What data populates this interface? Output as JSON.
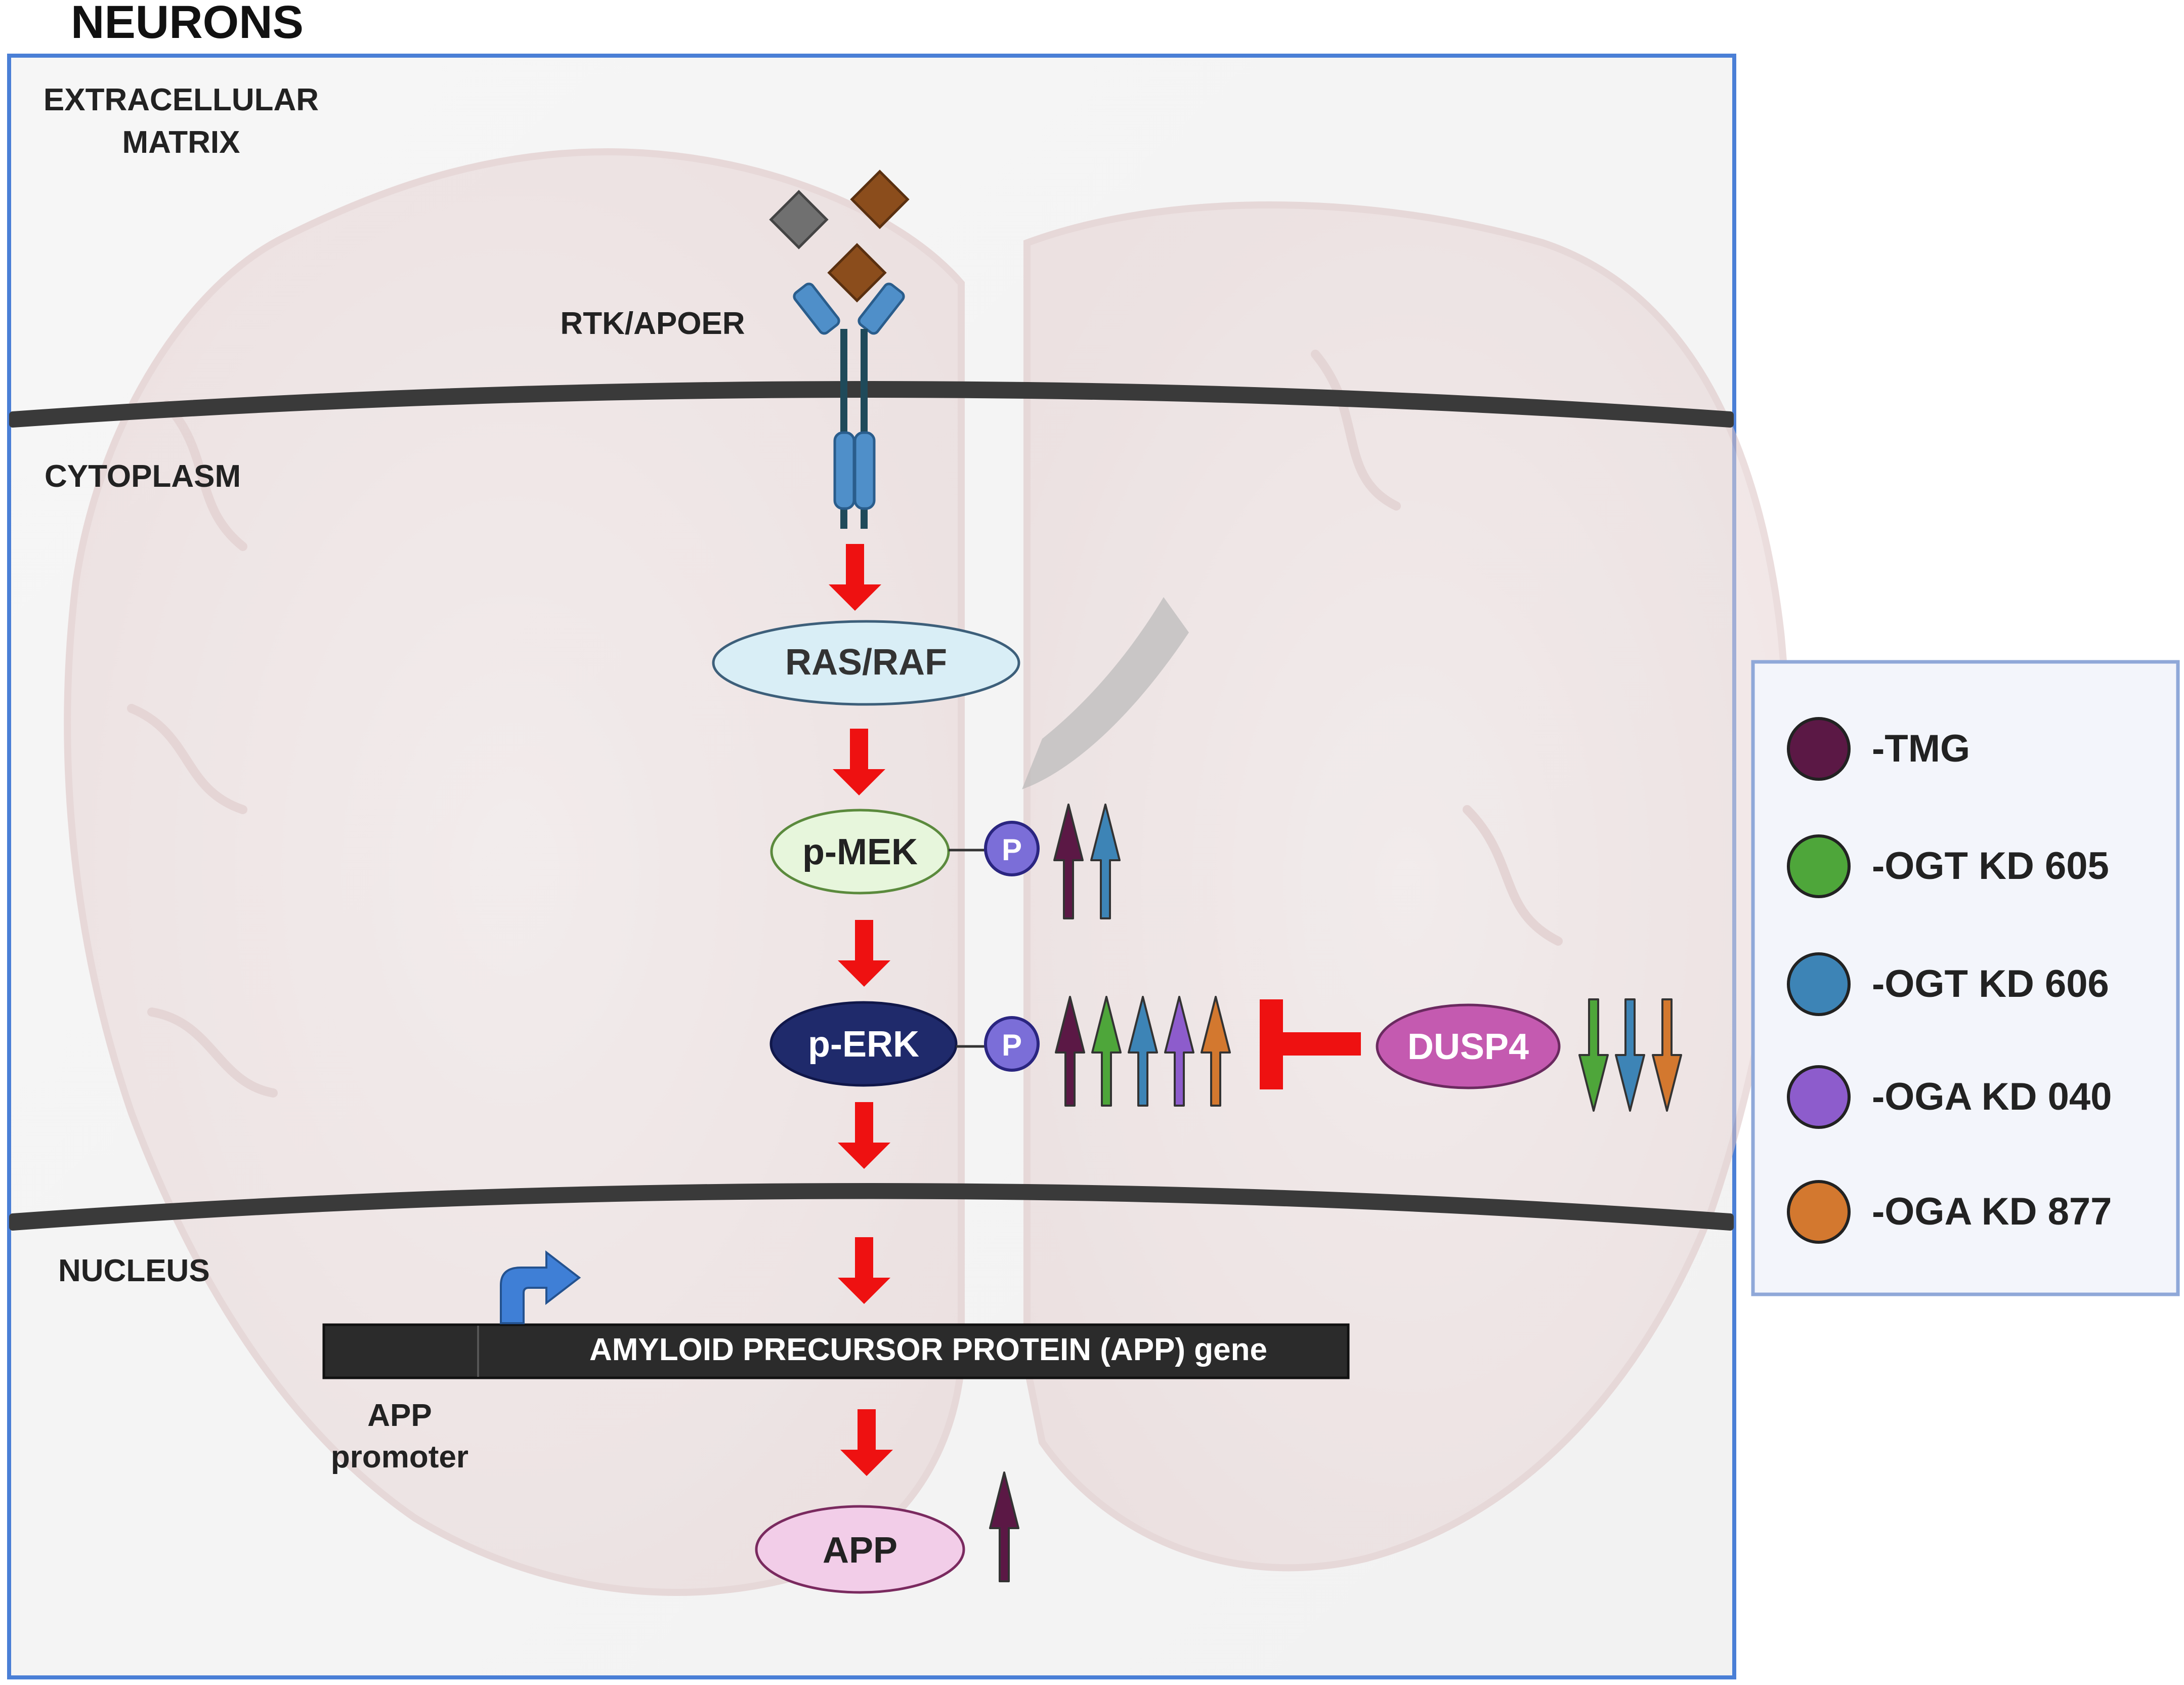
{
  "title": "NEURONS",
  "regions": {
    "extracellular_line1": "EXTRACELLULAR",
    "extracellular_line2": "MATRIX",
    "cytoplasm": "CYTOPLASM",
    "nucleus": "NUCLEUS"
  },
  "receptor_label": "RTK/APOER",
  "nodes": {
    "ras_raf": "RAS/RAF",
    "p_mek": "p-MEK",
    "p_erk": "p-ERK",
    "dusp4": "DUSP4",
    "app": "APP",
    "phospho": "P"
  },
  "gene": {
    "label": "AMYLOID PRECURSOR PROTEIN (APP) gene",
    "promoter_line1": "APP",
    "promoter_line2": "promoter"
  },
  "legend": [
    {
      "label": "-TMG",
      "color": "#5b1845"
    },
    {
      "label": "-OGT KD 605",
      "color": "#4ea63a"
    },
    {
      "label": "-OGT KD 606",
      "color": "#3d84b6"
    },
    {
      "label": "-OGA KD 040",
      "color": "#8d5ccc"
    },
    {
      "label": "-OGA KD 877",
      "color": "#d3782f"
    }
  ],
  "colors": {
    "frame": "#4a7fd6",
    "pathway_arrow": "#ee1111",
    "inhibition": "#ee1111",
    "membrane": "#3a3a3a",
    "receptor": "#4f8fc9",
    "ligand_brown": "#8b4d1c",
    "ligand_gray": "#707070",
    "phospho_fill": "#7b6ed8"
  }
}
